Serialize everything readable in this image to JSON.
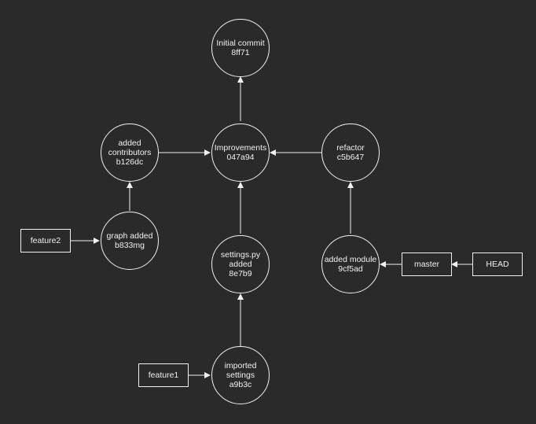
{
  "commits": {
    "initial": {
      "lines": [
        "Initial commit",
        "8ff71"
      ]
    },
    "improvements": {
      "lines": [
        "Improvements",
        "047a94"
      ]
    },
    "contributors": {
      "lines": [
        "added",
        "contributors",
        "b126dc"
      ]
    },
    "refactor": {
      "lines": [
        "refactor",
        "c5b647"
      ]
    },
    "graph": {
      "lines": [
        "graph added",
        "b833mg"
      ]
    },
    "settings_py": {
      "lines": [
        "settings.py",
        "added",
        "8e7b9"
      ]
    },
    "module": {
      "lines": [
        "added module",
        "9cf5ad"
      ]
    },
    "imported": {
      "lines": [
        "imported",
        "settings",
        "a9b3c"
      ]
    }
  },
  "refs": {
    "feature2": "feature2",
    "feature1": "feature1",
    "master": "master",
    "head": "HEAD"
  },
  "colors": {
    "background": "#2a2a2a",
    "stroke": "#f0f0f0"
  }
}
